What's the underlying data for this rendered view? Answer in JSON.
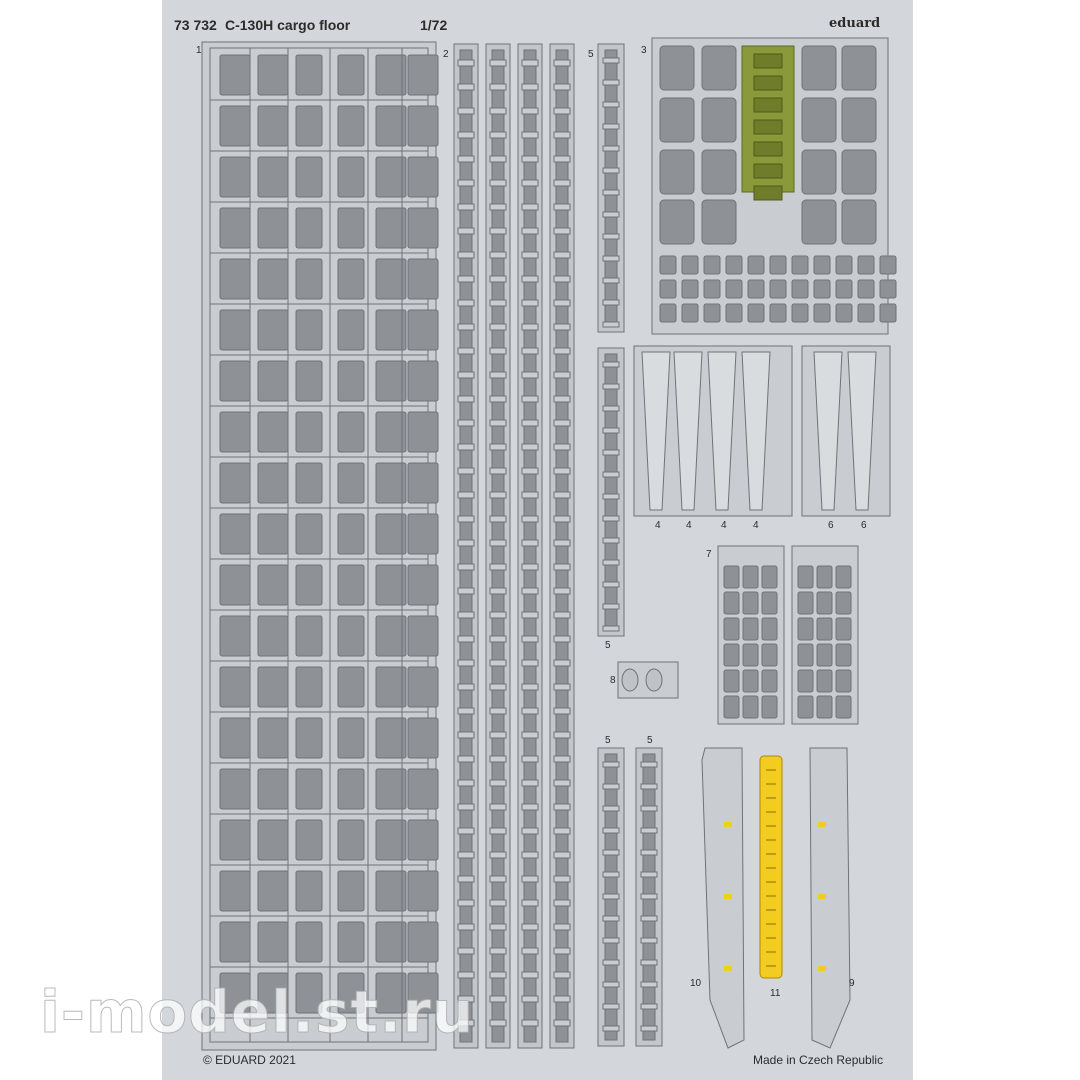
{
  "sheet": {
    "code": "73 732",
    "title": "C-130H cargo floor",
    "scale": "1/72",
    "brand": "eduard",
    "copyright": "© EDUARD 2021",
    "origin": "Made in Czech Republic"
  },
  "part_numbers": [
    "1",
    "2",
    "5",
    "3",
    "5",
    "4",
    "4",
    "4",
    "4",
    "6",
    "6",
    "7",
    "8",
    "5",
    "5",
    "10",
    "11",
    "9"
  ],
  "watermark": "i-model.st.ru",
  "colors": {
    "sheet": "#d3d7db",
    "panel": "#8e9297",
    "outline": "#6f7378",
    "olive": "#8a9a3a",
    "yellow": "#f2cc1f"
  }
}
